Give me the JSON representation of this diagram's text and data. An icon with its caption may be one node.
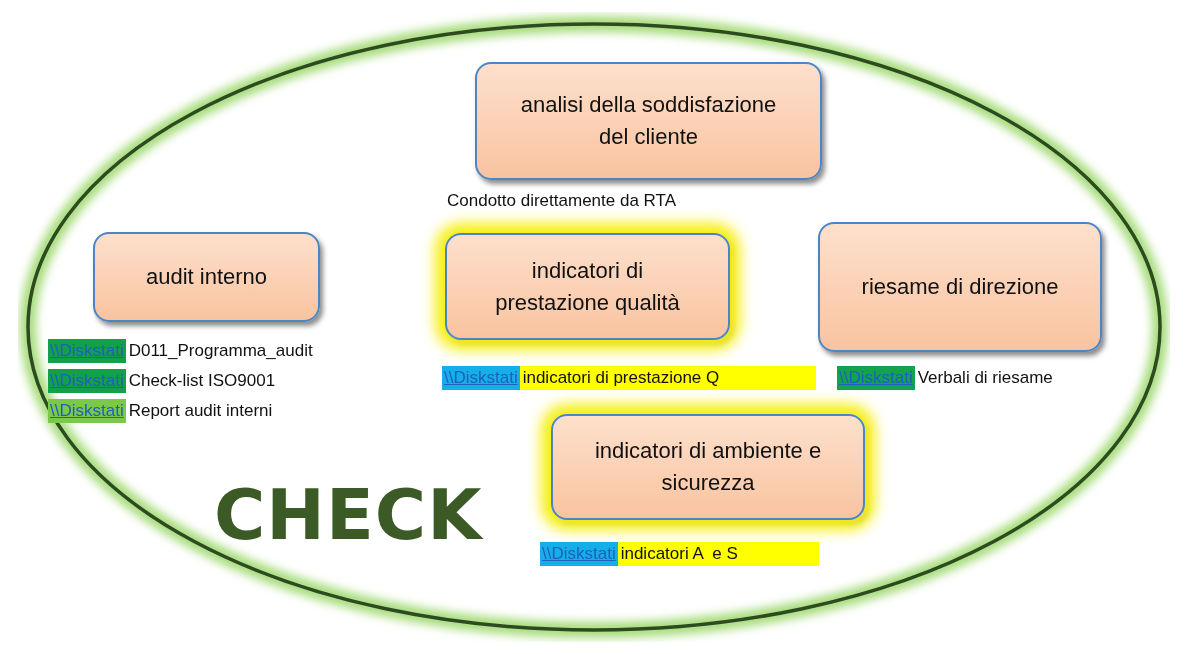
{
  "diagram": {
    "nodes": [
      {
        "text": [
          "CHECK"
        ]
      },
      {
        "text": [
          "analisi della soddisfazione del cliente"
        ],
        "in": 0,
        "beside": [
          "Condotto direttamente da RTA"
        ]
      },
      {
        "text": [
          "audit interno"
        ],
        "in": 0,
        "beside": [
          "\\\\Diskstati",
          "D011_Programma_audit",
          "\\\\Diskstati",
          "Check-list ISO9001",
          "\\\\Diskstati",
          "Report audit interni"
        ]
      },
      {
        "text": [
          "indicatori di prestazione qualità"
        ],
        "in": 0,
        "beside": [
          "\\\\Diskstati",
          "indicatori di prestazione Q"
        ]
      },
      {
        "text": [
          "riesame di direzione"
        ],
        "in": 0,
        "beside": [
          "\\\\Diskstati",
          "Verbali di riesame"
        ]
      },
      {
        "text": [
          "indicatori di ambiente e sicurezza"
        ],
        "in": 0,
        "beside": [
          "\\\\Diskstati",
          "indicatori A  e S"
        ]
      }
    ]
  }
}
